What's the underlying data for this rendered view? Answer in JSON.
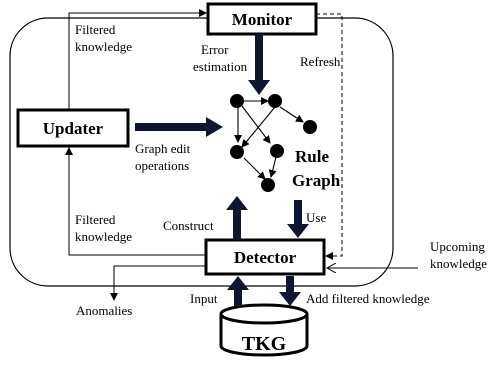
{
  "boxes": {
    "monitor": "Monitor",
    "updater": "Updater",
    "detector": "Detector",
    "tkg": "TKG"
  },
  "rule_graph": {
    "line1": "Rule",
    "line2": "Graph"
  },
  "labels": {
    "filtered_knowledge_top_1": "Filtered",
    "filtered_knowledge_top_2": "knowledge",
    "error_estimation_1": "Error",
    "error_estimation_2": "estimation",
    "refresh": "Refresh",
    "graph_edit_1": "Graph edit",
    "graph_edit_2": "operations",
    "filtered_knowledge_bottom_1": "Filtered",
    "filtered_knowledge_bottom_2": "knowledge",
    "construct": "Construct",
    "use": "Use",
    "upcoming_1": "Upcoming",
    "upcoming_2": "knowledge",
    "anomalies": "Anomalies",
    "input": "Input",
    "add_filtered": "Add filtered knowledge"
  },
  "colors": {
    "stroke": "#000000",
    "arrow_fill": "#0e1630",
    "node_fill": "#000000"
  }
}
